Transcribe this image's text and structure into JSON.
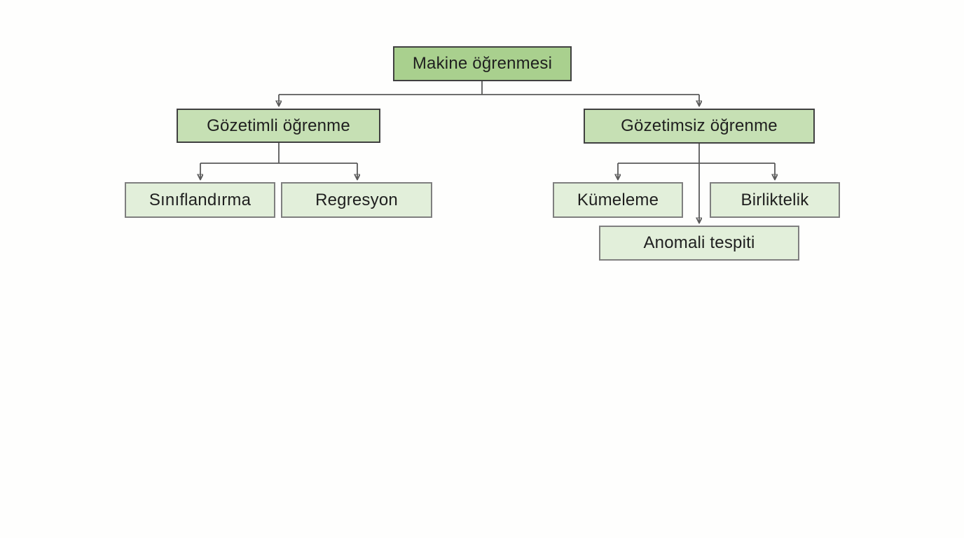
{
  "diagram": {
    "language": "tr",
    "nodes": {
      "root": {
        "label": "Makine öğrenmesi",
        "level": 1
      },
      "supervised": {
        "label": "Gözetimli öğrenme",
        "level": 2
      },
      "unsupervised": {
        "label": "Gözetimsiz öğrenme",
        "level": 2
      },
      "classification": {
        "label": "Sınıflandırma",
        "level": 3
      },
      "regression": {
        "label": "Regresyon",
        "level": 3
      },
      "clustering": {
        "label": "Kümeleme",
        "level": 3
      },
      "association": {
        "label": "Birliktelik",
        "level": 3
      },
      "anomaly": {
        "label": "Anomali tespiti",
        "level": 3
      }
    },
    "edges": [
      {
        "from": "root",
        "to": "supervised"
      },
      {
        "from": "root",
        "to": "unsupervised"
      },
      {
        "from": "supervised",
        "to": "classification"
      },
      {
        "from": "supervised",
        "to": "regression"
      },
      {
        "from": "unsupervised",
        "to": "clustering"
      },
      {
        "from": "unsupervised",
        "to": "association"
      },
      {
        "from": "unsupervised",
        "to": "anomaly"
      }
    ],
    "colors": {
      "root_fill": "#A9D08E",
      "level2_fill": "#C6E0B4",
      "level3_fill": "#E2EFDA",
      "dark_border": "#404040",
      "light_border": "#7F7F7F",
      "connector": "#595959",
      "text": "#1F1F1F",
      "background": "#FEFEFD"
    }
  }
}
